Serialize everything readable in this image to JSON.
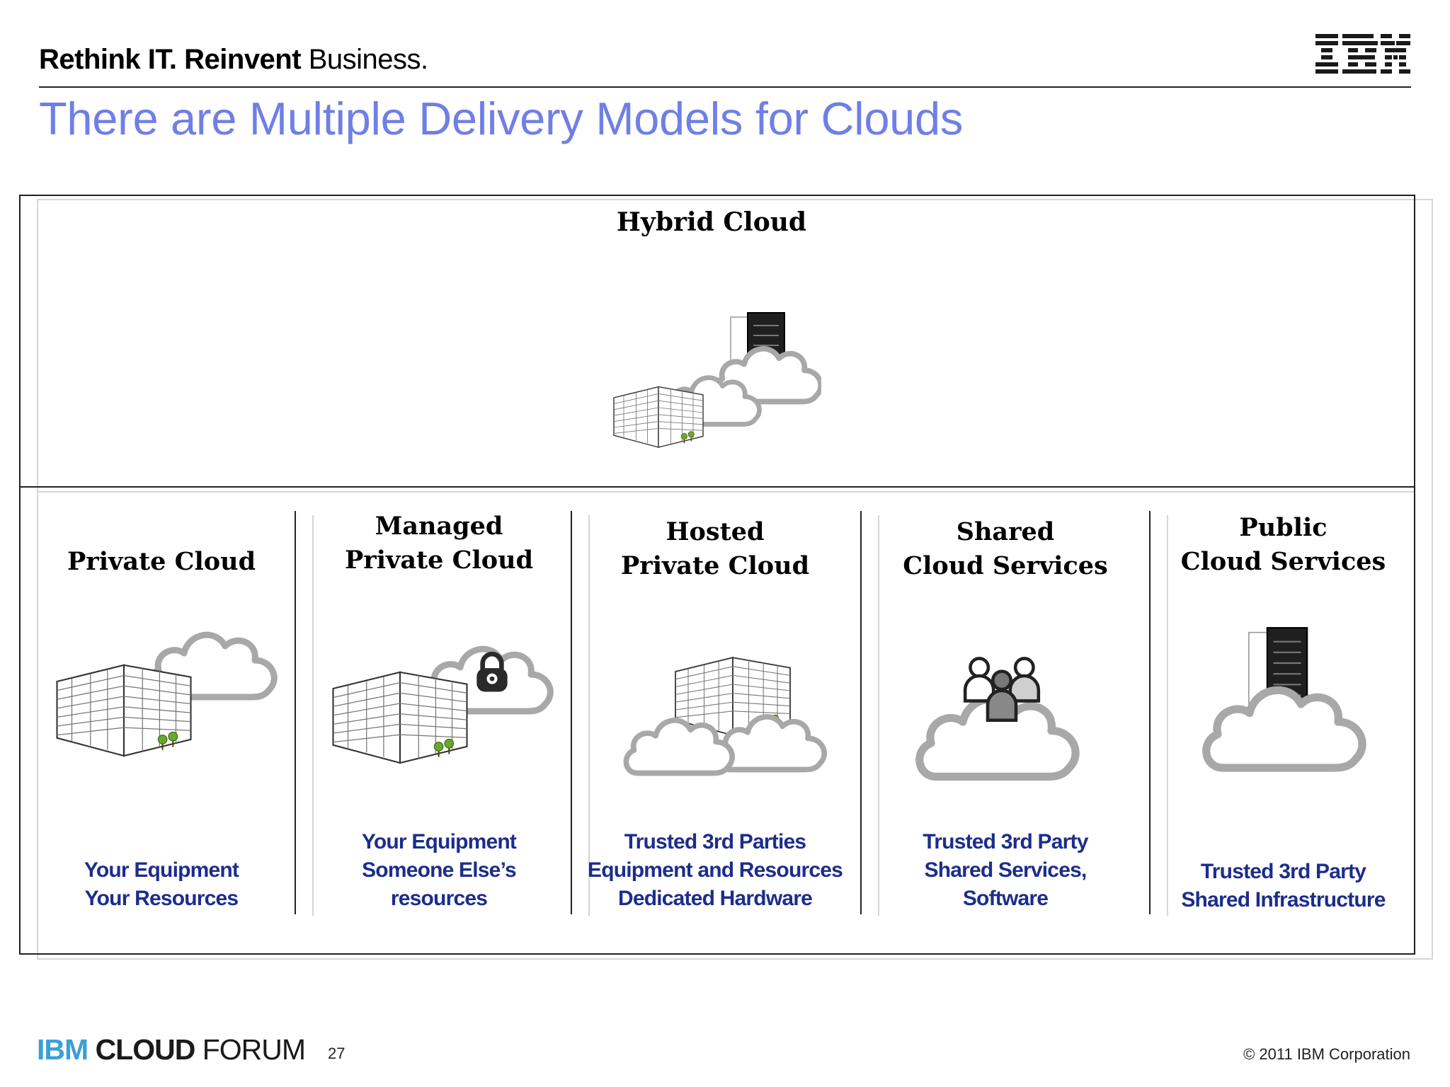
{
  "header": {
    "tagline_bold": "Rethink IT. Reinvent",
    "tagline_regular": "Business.",
    "logo": "IBM"
  },
  "slide": {
    "title": "There are Multiple Delivery Models for Clouds"
  },
  "hybrid": {
    "title": "Hybrid Cloud",
    "icons": [
      "building-icon",
      "cloud-icon",
      "server-rack-icon"
    ]
  },
  "columns": [
    {
      "title_lines": [
        "Private Cloud"
      ],
      "desc_lines": [
        "Your Equipment",
        "Your Resources"
      ],
      "icons": [
        "building-icon",
        "cloud-icon"
      ]
    },
    {
      "title_lines": [
        "Managed",
        "Private Cloud"
      ],
      "desc_lines": [
        "Your Equipment",
        "Someone Else’s",
        "resources"
      ],
      "icons": [
        "building-icon",
        "cloud-icon",
        "padlock-icon"
      ]
    },
    {
      "title_lines": [
        "Hosted",
        "Private Cloud"
      ],
      "desc_lines": [
        "Trusted 3rd Parties",
        "Equipment and Resources",
        "Dedicated Hardware"
      ],
      "icons": [
        "building-icon",
        "cloud-icon"
      ]
    },
    {
      "title_lines": [
        "Shared",
        "Cloud Services"
      ],
      "desc_lines": [
        "Trusted 3rd Party",
        "Shared Services,",
        "Software"
      ],
      "icons": [
        "people-group-icon",
        "cloud-icon"
      ]
    },
    {
      "title_lines": [
        "Public",
        "Cloud Services"
      ],
      "desc_lines": [
        "Trusted 3rd Party",
        "Shared Infrastructure"
      ],
      "icons": [
        "server-rack-icon",
        "cloud-icon"
      ]
    }
  ],
  "footer": {
    "brand_ibm": "IBM",
    "brand_cloud": "CLOUD",
    "brand_forum": "FORUM",
    "page_number": "27",
    "copyright": "© 2011 IBM Corporation"
  },
  "colors": {
    "title_blue": "#6f7fe6",
    "desc_navy": "#1c2d8c",
    "footer_ibm_blue": "#3b9fd6",
    "cloud_gray": "#a8a8a8"
  }
}
